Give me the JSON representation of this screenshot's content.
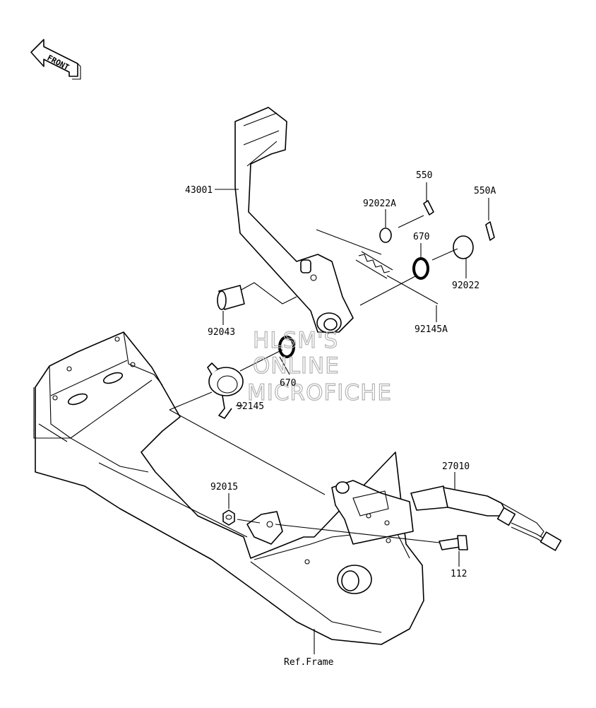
{
  "front_arrow": {
    "label": "FRONT"
  },
  "watermark": {
    "lines": [
      "HLSM'S",
      "ONLINE",
      "MICROFICHE"
    ]
  },
  "parts": [
    {
      "id": "43001",
      "label": "43001"
    },
    {
      "id": "550",
      "label": "550"
    },
    {
      "id": "550A",
      "label": "550A"
    },
    {
      "id": "92022A",
      "label": "92022A"
    },
    {
      "id": "670a",
      "label": "670"
    },
    {
      "id": "92022",
      "label": "92022"
    },
    {
      "id": "92043",
      "label": "92043"
    },
    {
      "id": "92145A",
      "label": "92145A"
    },
    {
      "id": "670b",
      "label": "670"
    },
    {
      "id": "92145",
      "label": "92145"
    },
    {
      "id": "27010",
      "label": "27010"
    },
    {
      "id": "92015",
      "label": "92015"
    },
    {
      "id": "112",
      "label": "112"
    },
    {
      "id": "ref-frame",
      "label": "Ref.Frame"
    }
  ]
}
